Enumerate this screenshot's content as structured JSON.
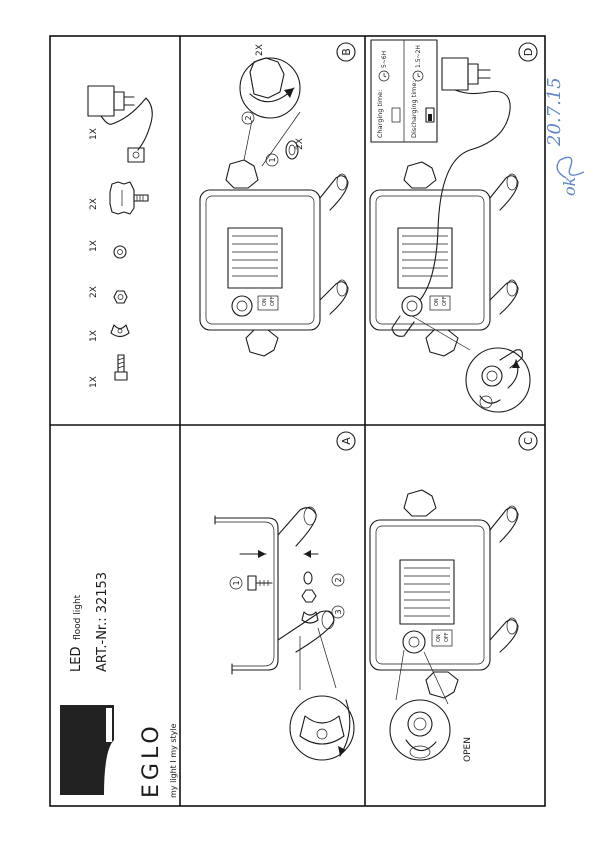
{
  "brand": {
    "name": "EGLO",
    "tagline": "my light I my style"
  },
  "product": {
    "led_label": "LED",
    "type_label": "flood light",
    "article_label": "ART.-Nr.: 32153"
  },
  "parts": {
    "qty_1x": "1X",
    "qty_2x": "2X"
  },
  "steps": {
    "a": "A",
    "b": "B",
    "c": "C",
    "d": "D",
    "b_qty": "2X",
    "b_qty_2": "2X",
    "marker_1": "1",
    "marker_2": "2",
    "marker_3": "3",
    "open_label": "OPEN"
  },
  "switch": {
    "on": "ON",
    "off": "OFF"
  },
  "charging": {
    "charging_label": "Charging time:",
    "charging_value": "5~6H",
    "discharging_label": "Discharging time:",
    "discharging_value": "1.5~2H"
  },
  "handwritten": {
    "ok": "ok",
    "date": "20.7.15"
  },
  "colors": {
    "ink": "#1b1b1b",
    "handwriting": "#5f86c9"
  }
}
